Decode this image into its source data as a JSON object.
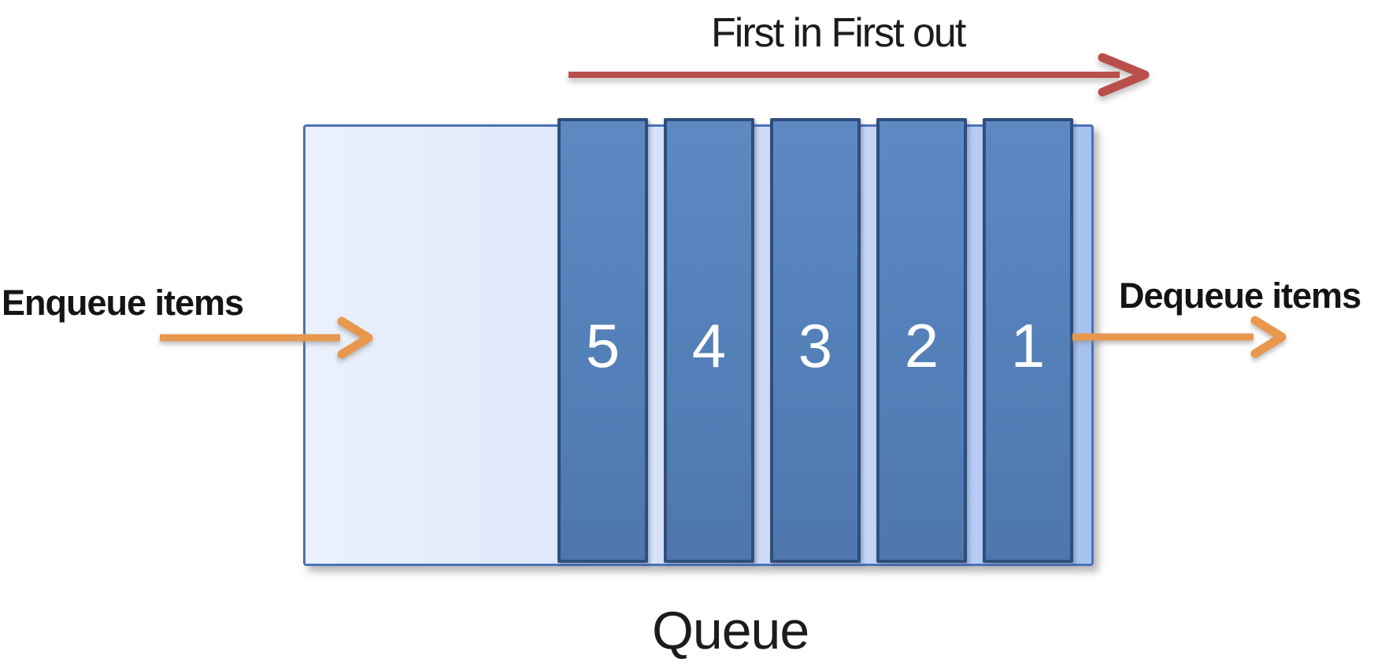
{
  "title": "First in First out",
  "queue": {
    "caption": "Queue",
    "items": [
      "5",
      "4",
      "3",
      "2",
      "1"
    ]
  },
  "enqueue": {
    "label": "Enqueue items"
  },
  "dequeue": {
    "label": "Dequeue items"
  },
  "colors": {
    "fifo_arrow": "#B94E4B",
    "io_arrow": "#E8974F",
    "bar_fill": "#5581BA",
    "bar_border": "#2F4E7C",
    "box_border": "#4A72B8",
    "box_fill_light": "#EBF1FC",
    "box_fill_dark": "#A7C2F0",
    "item_number_color": "#FFFFFF",
    "text_color": "#1A1A1A"
  }
}
